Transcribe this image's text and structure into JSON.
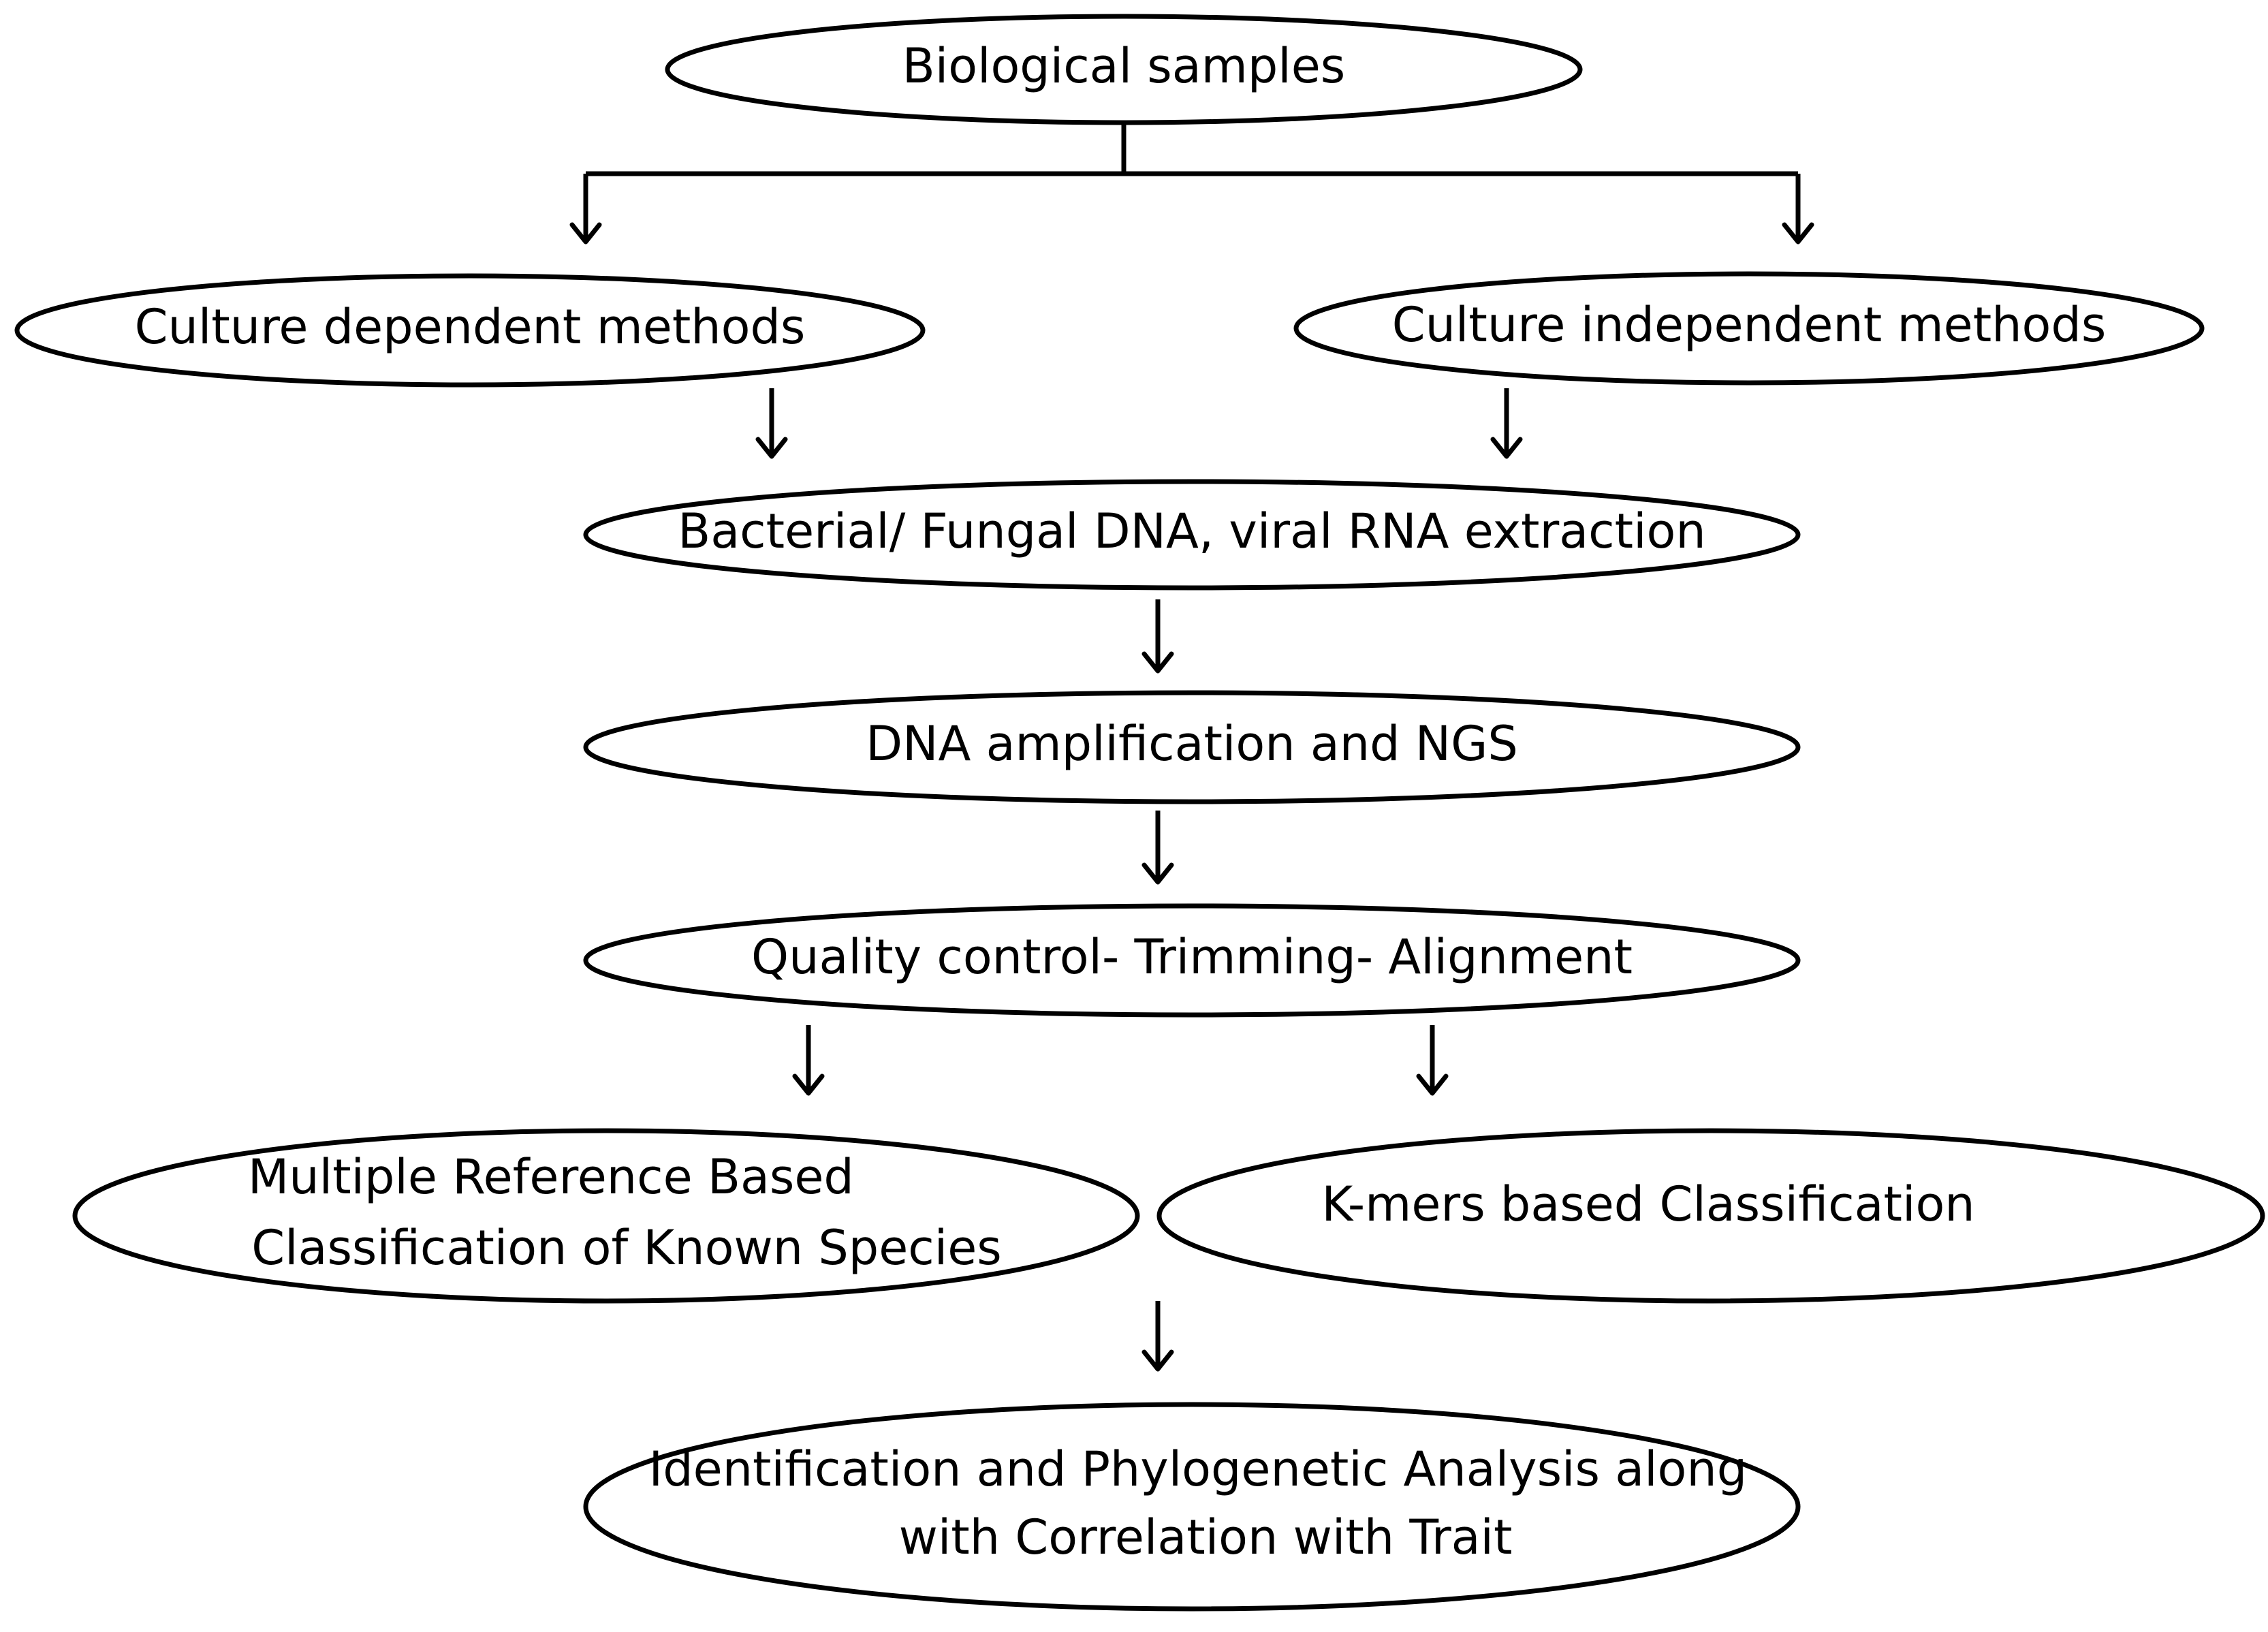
{
  "diagram": {
    "nodes": {
      "biological_samples": {
        "lines": [
          "Biological samples"
        ]
      },
      "culture_dependent": {
        "lines": [
          "Culture dependent methods"
        ]
      },
      "culture_independent": {
        "lines": [
          "Culture independent methods"
        ]
      },
      "extraction": {
        "lines": [
          "Bacterial/ Fungal DNA, viral RNA extraction"
        ]
      },
      "amplification": {
        "lines": [
          "DNA amplification and NGS"
        ]
      },
      "quality_control": {
        "lines": [
          "Quality control- Trimming- Alignment"
        ]
      },
      "reference_based": {
        "lines": [
          "Multiple Reference Based",
          "Classification of Known Species"
        ]
      },
      "kmers_based": {
        "lines": [
          "K-mers based Classification"
        ]
      },
      "identification": {
        "lines": [
          "Identification and Phylogenetic Analysis along",
          "with Correlation with Trait"
        ]
      }
    },
    "colors": {
      "stroke": "#000000",
      "fill": "#ffffff",
      "text": "#000000",
      "background": "#ffffff"
    }
  }
}
